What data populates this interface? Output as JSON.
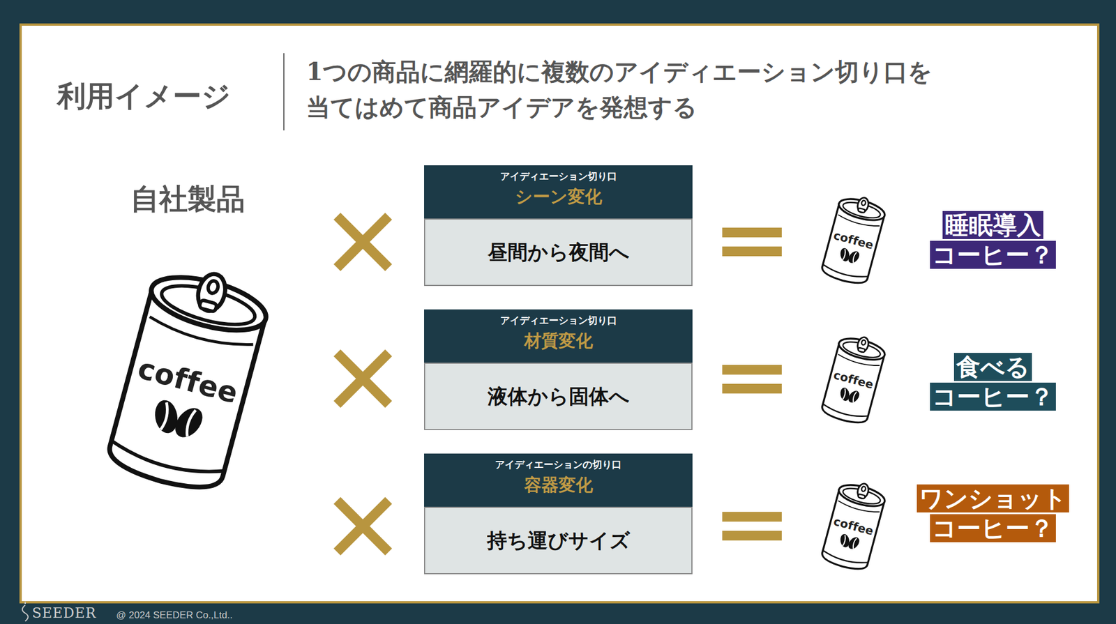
{
  "diagram": {
    "title": "利用イメージ",
    "nodes": [
      {
        "text": [
          "アイディエーション切り口",
          "シーン変化",
          "昼間から夜間へ"
        ]
      },
      {
        "text": [
          "睡眠導入 コーヒー？"
        ]
      },
      {
        "text": [
          "アイディエーション切り口",
          "材質変化",
          "液体から固体へ"
        ]
      },
      {
        "text": [
          "食べる コーヒー？"
        ]
      },
      {
        "text": [
          "アイディエーションの切り口",
          "容器変化",
          "持ち運びサイズ"
        ]
      },
      {
        "text": [
          "ワンショット コーヒー？"
        ]
      }
    ],
    "labels": [
      "1つの商品に網羅的に複数のアイディエーション切り口を 当てはめて商品アイデアを発想する",
      "自社製品",
      "coffee",
      "coffee",
      "coffee",
      "coffee",
      "SEEDER",
      "@ 2024 SEEDER Co.,Ltd.."
    ]
  }
}
